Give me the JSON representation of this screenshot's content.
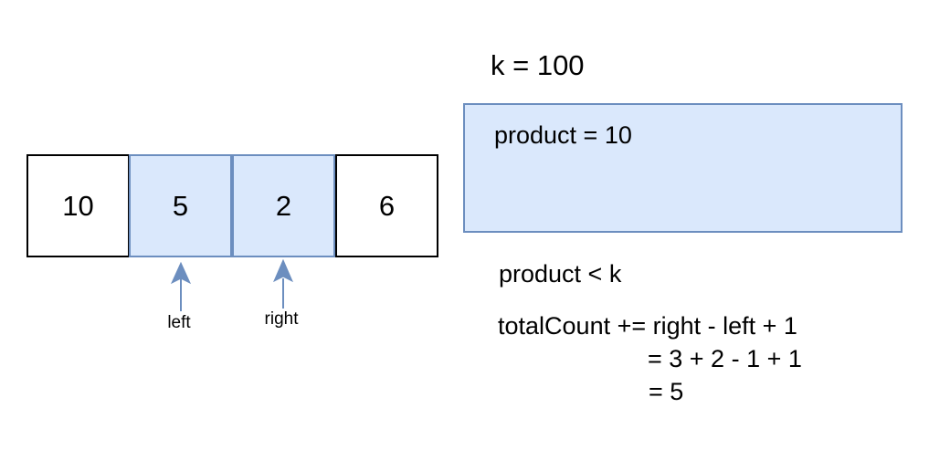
{
  "array": {
    "cells": [
      {
        "value": "10",
        "highlighted": false
      },
      {
        "value": "5",
        "highlighted": true
      },
      {
        "value": "2",
        "highlighted": true
      },
      {
        "value": "6",
        "highlighted": false
      }
    ],
    "pointers": {
      "left_label": "left",
      "right_label": "right"
    }
  },
  "k_label": "k = 100",
  "product_box": {
    "text": "product = 10"
  },
  "condition": "product < k",
  "formula": {
    "line1": "totalCount += right - left + 1",
    "line2": "= 3 + 2 - 1 + 1",
    "line3": "= 5"
  },
  "colors": {
    "highlight_fill": "#dae8fc",
    "highlight_stroke": "#6c8ebf",
    "plain_stroke": "#000000"
  }
}
